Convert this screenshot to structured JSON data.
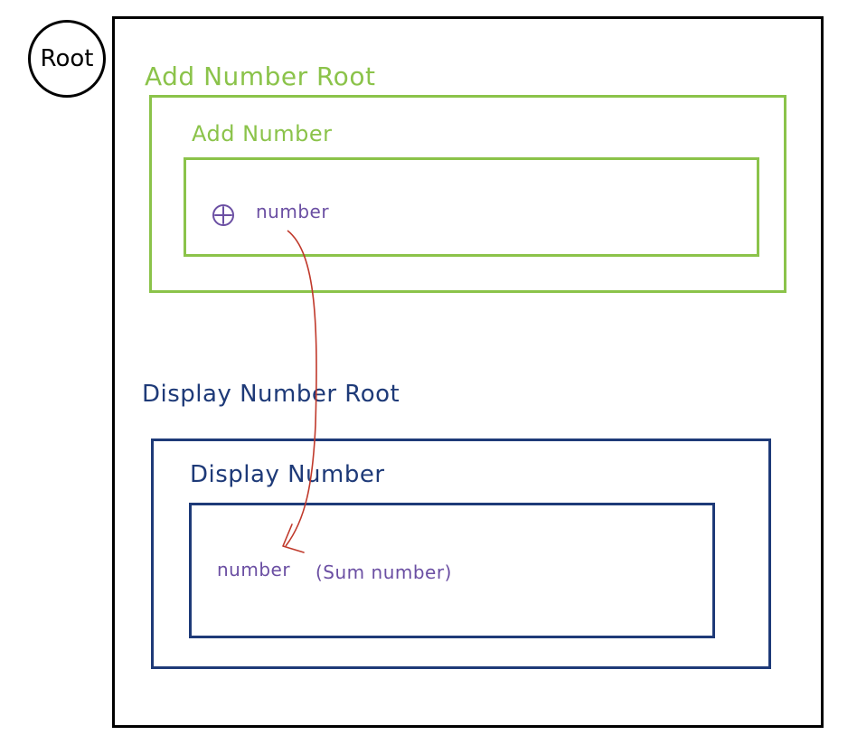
{
  "root": {
    "label": "Root"
  },
  "add_number_root": {
    "label": "Add Number Root",
    "add_number": {
      "label": "Add Number",
      "plus_icon": "plus-circle-icon",
      "value_label": "number"
    }
  },
  "display_number_root": {
    "label": "Display Number Root",
    "display_number": {
      "label": "Display Number",
      "value_label": "number",
      "sum_label": "(Sum number)"
    }
  },
  "colors": {
    "root": "#000000",
    "add": "#8bc34a",
    "display": "#1e3a78",
    "content": "#6b4fa3",
    "arrow": "#c0392b"
  }
}
